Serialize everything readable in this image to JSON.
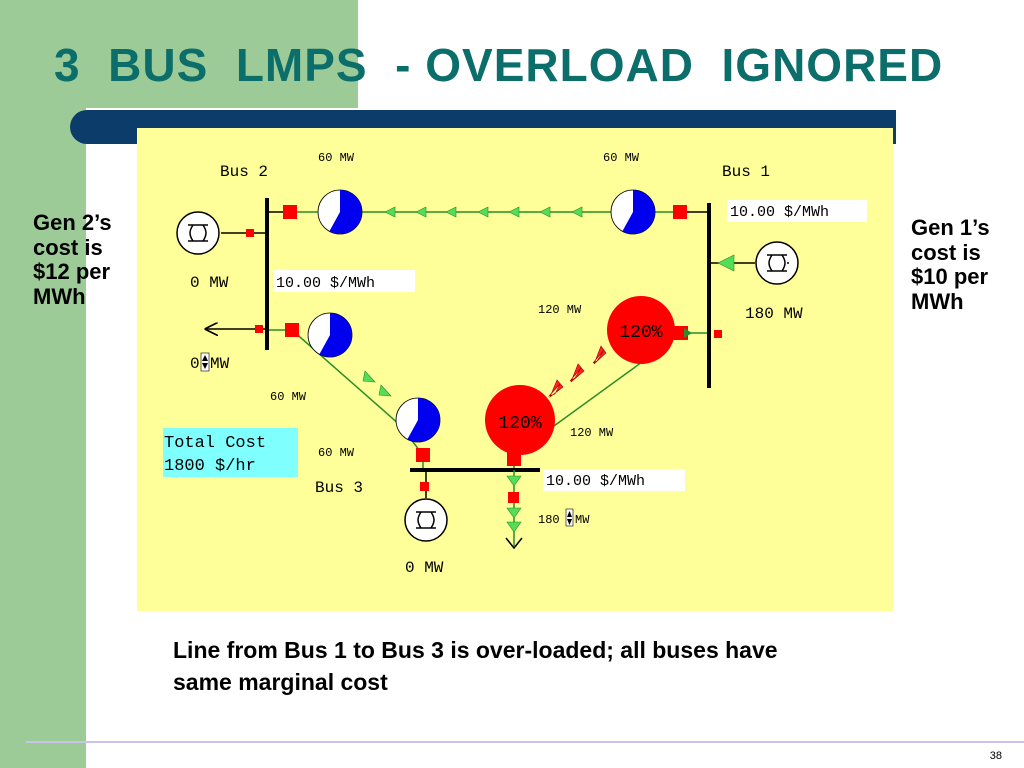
{
  "slide": {
    "title": "3  BUS  LMPS  - OVERLOAD  IGNORED",
    "gen2_note": "Gen 2’s cost is $12 per MWh",
    "gen1_note": "Gen 1’s cost is $10 per MWh",
    "caption": "Line from Bus 1 to Bus 3 is over-loaded; all buses have same marginal cost",
    "page_number": "38"
  },
  "colors": {
    "diagram_background": "#ffff99",
    "overload_red": "#ff0000",
    "breaker_red": "#ff0000",
    "flow_arrow_green": "#55dd55",
    "flow_arrow_red": "#ff2222",
    "meter_blue": "#0000ee",
    "total_cost_background": "#80ffff",
    "title_color": "#0b6e6a"
  },
  "diagram": {
    "buses": {
      "bus1": "Bus 1",
      "bus2": "Bus 2",
      "bus3": "Bus 3"
    },
    "prices": {
      "bus1": "10.00 $/MWh",
      "bus2": "10.00 $/MWh",
      "bus3": "10.00 $/MWh"
    },
    "generators": {
      "gen1_output": "180 MW",
      "gen2_output": "0 MW",
      "gen3_output": "0 MW"
    },
    "loads": {
      "bus2_load_value": "0",
      "bus2_load_unit": "MW",
      "bus3_load_value": "180",
      "bus3_load_unit": "MW"
    },
    "line_flows": {
      "bus2_bus1_left": "60 MW",
      "bus2_bus1_right": "60 MW",
      "bus1_bus3_top": "120 MW",
      "bus1_bus3_bottom": "120 MW",
      "bus2_bus3_top": "60 MW",
      "bus2_bus3_bottom": "60 MW"
    },
    "meters": {
      "bus1_bus3_upper": "120%",
      "bus1_bus3_lower": "120%",
      "bus2_bus1_left_fill": 0.58,
      "bus2_bus1_right_fill": 0.58,
      "bus2_bus3_upper_fill": 0.58,
      "bus2_bus3_lower_fill": 0.58,
      "bus1_bus3_upper_percent": 120,
      "bus1_bus3_lower_percent": 120
    },
    "total_cost": {
      "label": "Total Cost",
      "value": "1800 $/hr"
    }
  }
}
